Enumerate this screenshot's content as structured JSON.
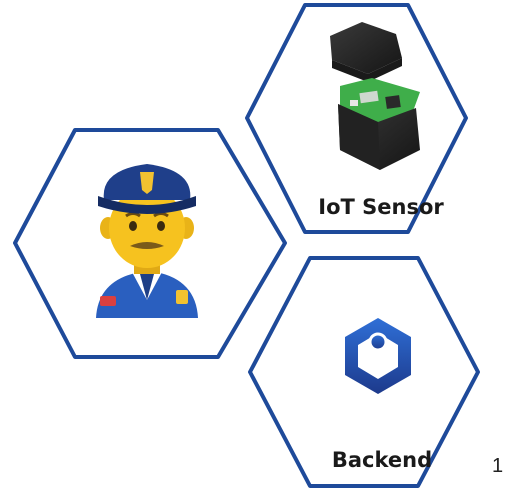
{
  "colors": {
    "hex_stroke": "#1e4a9a",
    "backend_logo_top": "#2f6fd6",
    "backend_logo_bottom": "#1d3a8c",
    "sensor_case": "#2b2b2b",
    "sensor_board": "#3fae4a",
    "skin": "#f6c21f",
    "uniform": "#2a5fbf"
  },
  "nodes": [
    {
      "id": "user",
      "icon": "police-officer-icon",
      "label": ""
    },
    {
      "id": "sensor",
      "icon": "iot-sensor-device-icon",
      "label": "IoT Sensor"
    },
    {
      "id": "backend",
      "icon": "backend-hexagon-logo-icon",
      "label": "Backend"
    }
  ],
  "page_number": "1"
}
